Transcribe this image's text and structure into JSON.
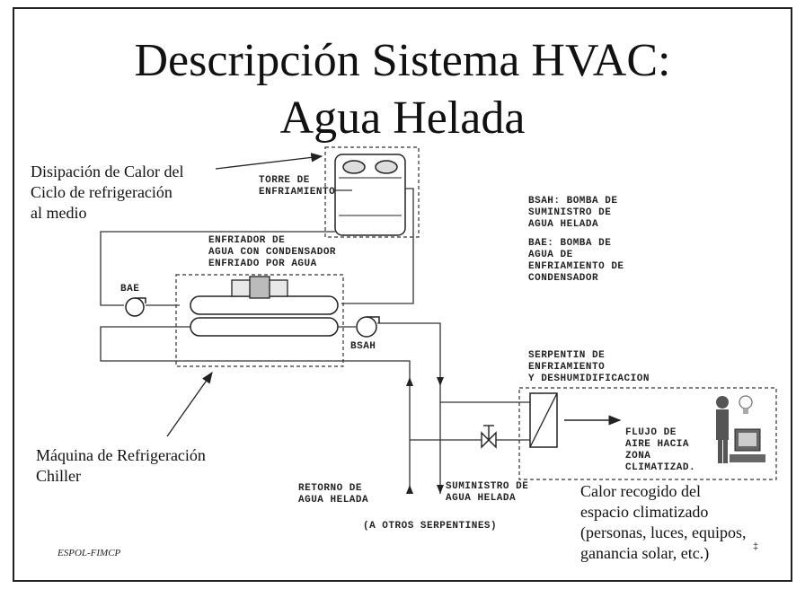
{
  "title": {
    "line1": "Descripción Sistema HVAC:",
    "line2": "Agua Helada"
  },
  "annotations": {
    "heat_dissipation": "Disipación de Calor del\nCiclo de refrigeración\nal medio",
    "chiller_machine": "Máquina de Refrigeración\nChiller",
    "heat_collected": "Calor recogido del\nespacio climatizado\n(personas, luces, equipos,\nganancia solar, etc.)"
  },
  "components": {
    "cooling_tower": "TORRE DE\nENFRIAMIENTO",
    "chiller_unit": "ENFRIADOR DE\nAGUA CON CONDENSADOR\nENFRIADO POR AGUA",
    "bae_pump": "BAE",
    "bsah_pump": "BSAH",
    "coil": "SERPENTIN DE\nENFRIAMIENTO\nY DESHUMIDIFICACION",
    "airflow": "FLUJO DE\nAIRE HACIA\nZONA\nCLIMATIZAD.",
    "return_line": "RETORNO DE\nAGUA HELADA",
    "supply_line": "SUMINISTRO DE\nAGUA HELADA",
    "other_coils": "(A OTROS SERPENTINES)"
  },
  "legend": {
    "bsah_def": "BSAH: BOMBA DE\nSUMINISTRO DE\nAGUA HELADA",
    "bae_def": "BAE: BOMBA DE\nAGUA DE\nENFRIAMIENTO DE\nCONDENSADOR"
  },
  "footer": "ESPOL-FIMCP"
}
